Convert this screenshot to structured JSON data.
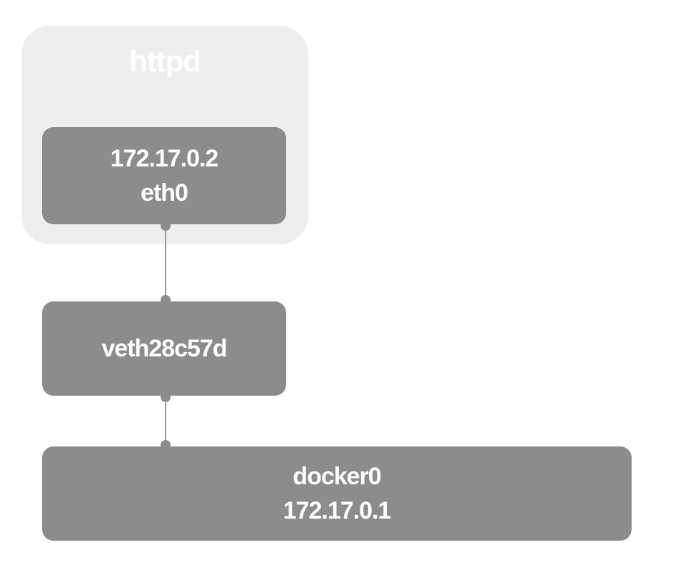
{
  "container": {
    "name": "httpd"
  },
  "interfaces": {
    "eth0": {
      "ip": "172.17.0.2",
      "name": "eth0"
    },
    "veth": {
      "name": "veth28c57d"
    },
    "bridge": {
      "name": "docker0",
      "ip": "172.17.0.1"
    }
  },
  "colors": {
    "container_bg": "#eeeeee",
    "node_fill": "#8c8c8c",
    "link": "#999999",
    "text": "#ffffff"
  }
}
